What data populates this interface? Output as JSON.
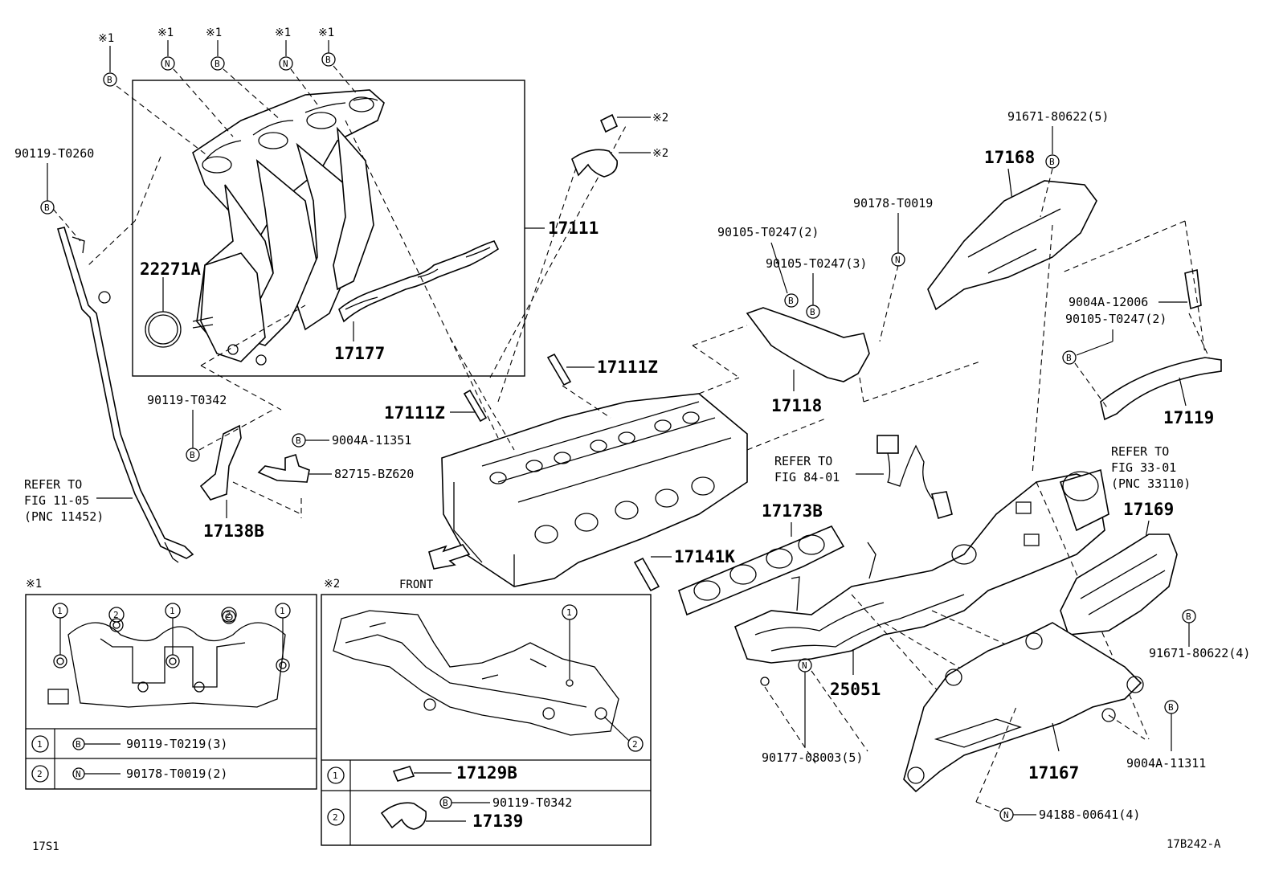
{
  "markers": {
    "asterisk1": "※1",
    "asterisk2": "※2",
    "B": "B",
    "N": "N",
    "one": "1",
    "two": "2"
  },
  "labels": {
    "p90119_T0260": "90119-T0260",
    "p22271A": "22271A",
    "p17177": "17177",
    "p17111": "17111",
    "p17111Z_a": "17111Z",
    "p17111Z_b": "17111Z",
    "p90119_T0342": "90119-T0342",
    "p9004A_11351": "9004A-11351",
    "p82715_BZ620": "82715-BZ620",
    "p17138B": "17138B",
    "refer_1105_a": "REFER TO",
    "refer_1105_b": "FIG 11-05",
    "refer_1105_c": "(PNC 11452)",
    "front": "FRONT",
    "p17141K": "17141K",
    "p17173B": "17173B",
    "refer_8401_a": "REFER TO",
    "refer_8401_b": "FIG 84-01",
    "p90105_T0247_2": "90105-T0247(2)",
    "p90105_T0247_3": "90105-T0247(3)",
    "p90178_T0019": "90178-T0019",
    "p17118": "17118",
    "p91671_80622_5": "91671-80622(5)",
    "p17168": "17168",
    "p9004A_12006": "9004A-12006",
    "p90105_T0247_2b": "90105-T0247(2)",
    "p17119": "17119",
    "refer_3301_a": "REFER TO",
    "refer_3301_b": "FIG 33-01",
    "refer_3301_c": "(PNC 33110)",
    "p17169": "17169",
    "p91671_80622_4": "91671-80622(4)",
    "p25051": "25051",
    "p90177_08003_5": "90177-08003(5)",
    "p9004A_11311": "9004A-11311",
    "p17167": "17167",
    "p94188_00641_4": "94188-00641(4)"
  },
  "legend1": {
    "title": "※1",
    "row1_part": "90119-T0219(3)",
    "row2_part": "90178-T0019(2)"
  },
  "legend2": {
    "title": "※2",
    "row1_part": "17129B",
    "row2_part_a": "90119-T0342",
    "row2_part_b": "17139"
  },
  "footer": {
    "left_code": "17S1",
    "right_code": "17B242-A"
  }
}
